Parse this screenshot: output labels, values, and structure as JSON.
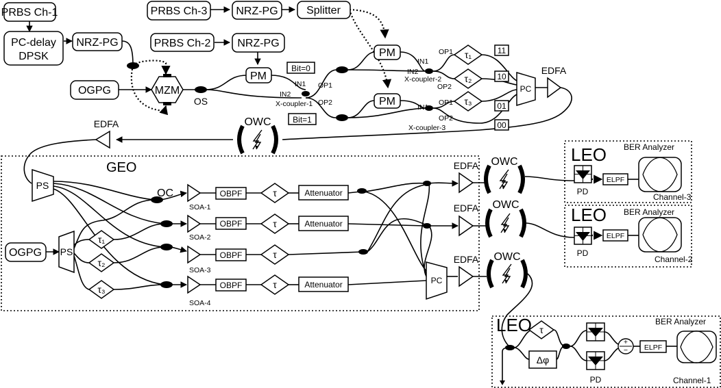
{
  "blocks": {
    "prbs1": "PRBS Ch-1",
    "prbs2": "PRBS Ch-2",
    "prbs3": "PRBS Ch-3",
    "pcdelay1": "PC-delay",
    "pcdelay2": "DPSK",
    "nrzpg": "NRZ-PG",
    "splitter": "Splitter",
    "ogpg": "OGPG",
    "mzm": "MZM",
    "pm": "PM",
    "os": "OS",
    "pc": "PC",
    "edfa": "EDFA",
    "owc": "OWC",
    "ps": "PS",
    "oc": "OC",
    "obpf": "OBPF",
    "attenuator": "Attenuator",
    "tau": "τ",
    "tau1": "τ₁",
    "tau2": "τ₂",
    "tau3": "τ₃",
    "elpf": "ELPF",
    "pd": "PD",
    "dphi": "Δφ",
    "geo": "GEO",
    "leo": "LEO",
    "ber": "BER Analyzer",
    "plus": "+",
    "minus": "−"
  },
  "ports": {
    "in1": "IN1",
    "in2": "IN2",
    "op1": "OP1",
    "op2": "OP2",
    "bit0": "Bit=0",
    "bit1": "Bit=1",
    "xc1": "X-coupler-1",
    "xc2": "X-coupler-2",
    "xc3": "X-coupler-3",
    "code11": "11",
    "code10": "10",
    "code01": "01",
    "code00": "00"
  },
  "soa": [
    "SOA-1",
    "SOA-2",
    "SOA-3",
    "SOA-4"
  ],
  "channels": [
    "Channel-1",
    "Channel-2",
    "Channel-3"
  ]
}
